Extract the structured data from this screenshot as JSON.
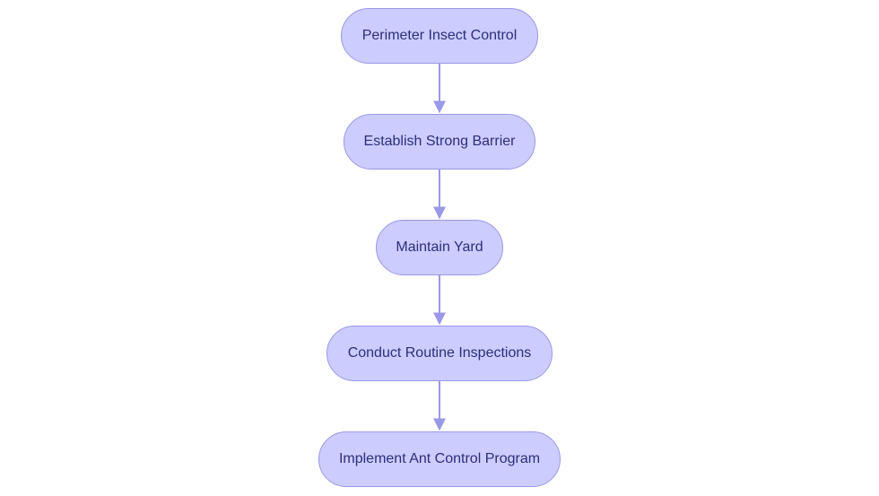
{
  "diagram": {
    "type": "flowchart",
    "direction": "top-to-bottom",
    "node_fill": "#ccccff",
    "node_border": "#9a98e8",
    "edge_color": "#9a98e8",
    "text_color": "#2a2f7a",
    "nodes": [
      {
        "id": "n1",
        "label": "Perimeter Insect Control"
      },
      {
        "id": "n2",
        "label": "Establish Strong Barrier"
      },
      {
        "id": "n3",
        "label": "Maintain Yard"
      },
      {
        "id": "n4",
        "label": "Conduct Routine Inspections"
      },
      {
        "id": "n5",
        "label": "Implement Ant Control Program"
      }
    ],
    "edges": [
      {
        "from": "n1",
        "to": "n2"
      },
      {
        "from": "n2",
        "to": "n3"
      },
      {
        "from": "n3",
        "to": "n4"
      },
      {
        "from": "n4",
        "to": "n5"
      }
    ]
  }
}
